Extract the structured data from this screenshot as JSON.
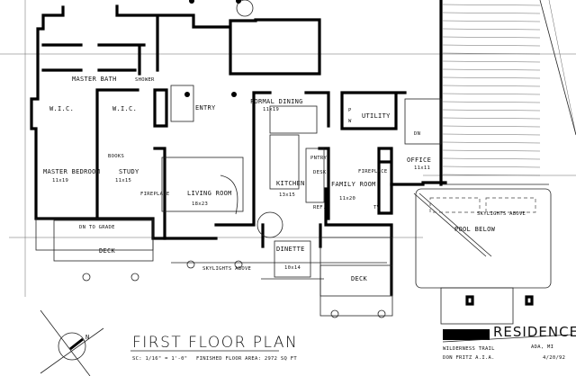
{
  "rooms": {
    "master_bath": "MASTER BATH",
    "shower": "SHOWER",
    "wic_1": "W.I.C.",
    "wic_2": "W.I.C.",
    "entry": "ENTRY",
    "formal_dining": "FORMAL DINING",
    "formal_dining_size": "11x19",
    "utility": "UTILITY",
    "utility_p": "P",
    "utility_w": "W",
    "office": "OFFICE",
    "office_size": "11x11",
    "master_bedroom": "MASTER BEDROOM",
    "master_bedroom_size": "11x19",
    "study": "STUDY",
    "study_size": "11x15",
    "study_books": "BOOKS",
    "fireplace_1": "FIREPLACE",
    "living_room": "LIVING ROOM",
    "living_room_size": "18x23",
    "kitchen": "KITCHEN",
    "kitchen_size": "13x15",
    "pantry": "PNTRY",
    "desk": "DESK",
    "ref": "REF.",
    "family_room": "FAMILY ROOM",
    "family_room_size": "11x20",
    "fireplace_2": "FIREPLACE",
    "tv": "TV",
    "dn_1": "DN",
    "dn_to_grade": "DN TO GRADE",
    "pool_below": "POOL BELOW",
    "skylights_above_1": "SKYLIGHTS ABOVE",
    "deck_1": "DECK",
    "skylights_above_2": "SKYLIGHTS ABOVE",
    "dinette": "DINETTE",
    "dinette_size": "10x14",
    "deck_2": "DECK"
  },
  "title_block": {
    "title": "FIRST FLOOR PLAN",
    "scale": "SC: 1/16\" = 1'-0\"",
    "floor_area": "FINISHED FLOOR AREA: 2972 SQ FT",
    "residence": "RESIDENCE",
    "location": "WILDERNESS TRAIL",
    "city": "ADA, MI",
    "architect": "DON FRITZ A.I.A.",
    "date": "4/20/92"
  },
  "compass": {
    "label": "N"
  }
}
